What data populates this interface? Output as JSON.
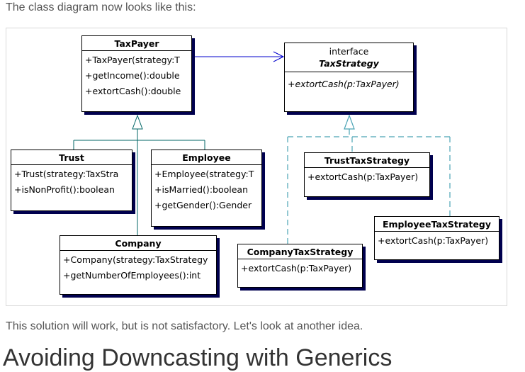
{
  "intro_text": "The class diagram now looks like this:",
  "classes": {
    "taxpayer": {
      "name": "TaxPayer",
      "operations": [
        "+TaxPayer(strategy:T",
        "+getIncome():double",
        "+extortCash():double"
      ]
    },
    "taxstrategy": {
      "stereotype": "interface",
      "name": "TaxStrategy",
      "operations": [
        "+extortCash(p:TaxPayer)"
      ]
    },
    "trust": {
      "name": "Trust",
      "operations": [
        "+Trust(strategy:TaxStra",
        "+isNonProfit():boolean"
      ]
    },
    "employee": {
      "name": "Employee",
      "operations": [
        "+Employee(strategy:T",
        "+isMarried():boolean",
        "+getGender():Gender"
      ]
    },
    "company": {
      "name": "Company",
      "operations": [
        "+Company(strategy:TaxStrategy",
        "+getNumberOfEmployees():int"
      ]
    },
    "trusttaxstrategy": {
      "name": "TrustTaxStrategy",
      "operations": [
        "+extortCash(p:TaxPayer)"
      ]
    },
    "employeetaxstrategy": {
      "name": "EmployeeTaxStrategy",
      "operations": [
        "+extortCash(p:TaxPayer)"
      ]
    },
    "companytaxstrategy": {
      "name": "CompanyTaxStrategy",
      "operations": [
        "+extortCash(p:TaxPayer)"
      ]
    }
  },
  "colors": {
    "association": "#0000cc",
    "inheritance": "#006666",
    "realization": "#4aa3b5",
    "box_shadow": "#00004e"
  },
  "outro_text": "This solution will work, but is not satisfactory. Let's look at another idea.",
  "heading": "Avoiding Downcasting with Generics"
}
